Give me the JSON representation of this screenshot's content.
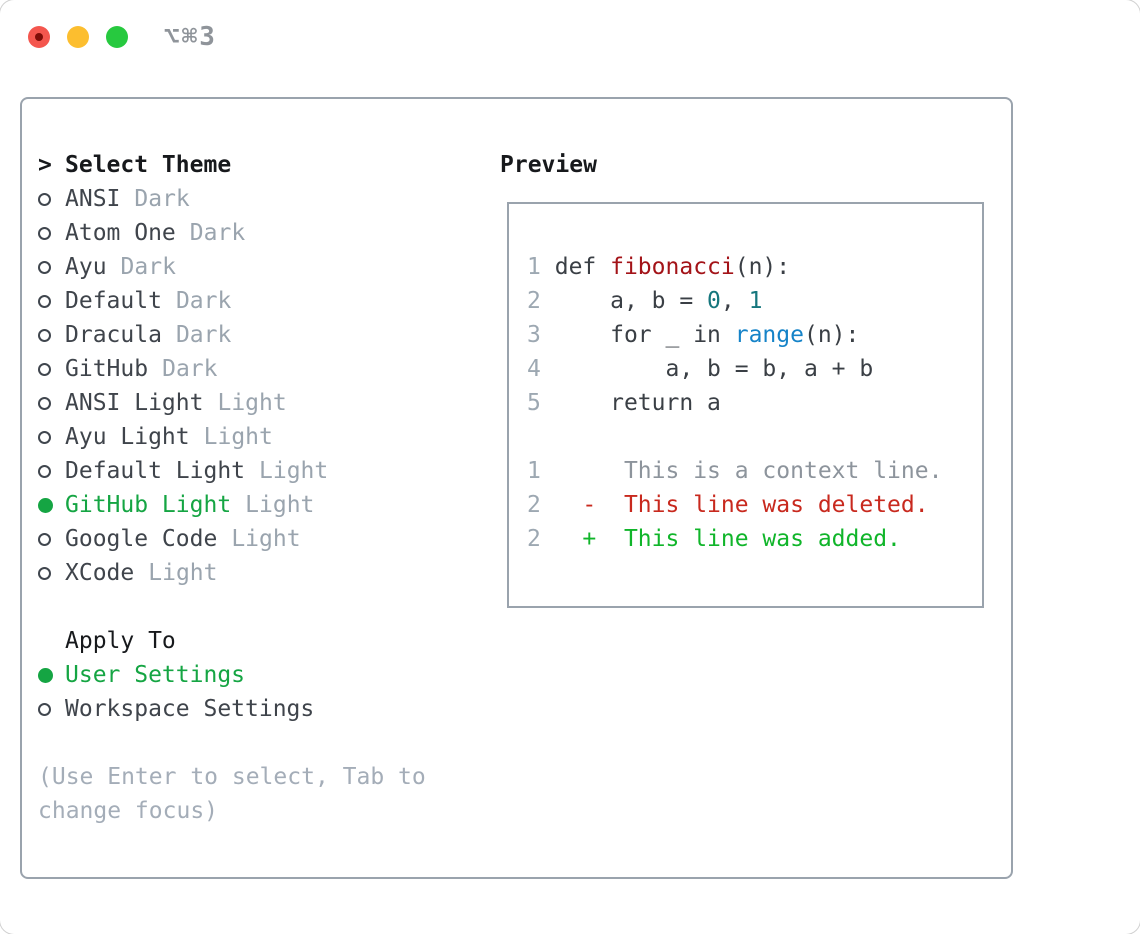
{
  "window": {
    "title": "⌥⌘3"
  },
  "theme_picker": {
    "prompt": ">",
    "title": "Select Theme",
    "themes": [
      {
        "name": "ANSI",
        "variant": "Dark",
        "selected": false
      },
      {
        "name": "Atom One",
        "variant": "Dark",
        "selected": false
      },
      {
        "name": "Ayu",
        "variant": "Dark",
        "selected": false
      },
      {
        "name": "Default",
        "variant": "Dark",
        "selected": false
      },
      {
        "name": "Dracula",
        "variant": "Dark",
        "selected": false
      },
      {
        "name": "GitHub",
        "variant": "Dark",
        "selected": false
      },
      {
        "name": "ANSI Light",
        "variant": "Light",
        "selected": false
      },
      {
        "name": "Ayu Light",
        "variant": "Light",
        "selected": false
      },
      {
        "name": "Default Light",
        "variant": "Light",
        "selected": false
      },
      {
        "name": "GitHub Light",
        "variant": "Light",
        "selected": true
      },
      {
        "name": "Google Code",
        "variant": "Light",
        "selected": false
      },
      {
        "name": "XCode",
        "variant": "Light",
        "selected": false
      }
    ],
    "apply_to": {
      "title": "Apply To",
      "options": [
        {
          "name": "User Settings",
          "selected": true
        },
        {
          "name": "Workspace Settings",
          "selected": false
        }
      ]
    },
    "hint": "(Use Enter to select, Tab to change focus)"
  },
  "preview": {
    "title": "Preview",
    "code_lines": [
      {
        "number": "1",
        "segments": [
          {
            "text": "def ",
            "style": "fg"
          },
          {
            "text": "fibonacci",
            "style": "func"
          },
          {
            "text": "(n):",
            "style": "fg"
          }
        ]
      },
      {
        "number": "2",
        "segments": [
          {
            "text": "    a, b = ",
            "style": "fg"
          },
          {
            "text": "0",
            "style": "num"
          },
          {
            "text": ", ",
            "style": "fg"
          },
          {
            "text": "1",
            "style": "num"
          }
        ]
      },
      {
        "number": "3",
        "segments": [
          {
            "text": "    for _ in ",
            "style": "fg"
          },
          {
            "text": "range",
            "style": "builtin"
          },
          {
            "text": "(n):",
            "style": "fg"
          }
        ]
      },
      {
        "number": "4",
        "segments": [
          {
            "text": "        a, b = b, a + b",
            "style": "fg"
          }
        ]
      },
      {
        "number": "5",
        "segments": [
          {
            "text": "    return a",
            "style": "fg"
          }
        ]
      }
    ],
    "diff_lines": [
      {
        "number": "1",
        "segments": [
          {
            "text": "     This is a context line.",
            "style": "context"
          }
        ]
      },
      {
        "number": "2",
        "segments": [
          {
            "text": "  ",
            "style": "plain"
          },
          {
            "text": "-  This line was deleted.",
            "style": "deleted"
          }
        ]
      },
      {
        "number": "2",
        "segments": [
          {
            "text": "  ",
            "style": "plain"
          },
          {
            "text": "+  This line was added.",
            "style": "added"
          }
        ]
      }
    ]
  },
  "colors": {
    "accent_green": "#15a543",
    "diff_green": "#10b52a",
    "diff_red": "#c8291e",
    "func_red": "#a31318",
    "builtin_blue": "#1583c8",
    "number_teal": "#15767d",
    "code_fg": "#3a3f45",
    "line_number": "#9da8b2",
    "context_gray": "#8d949c",
    "item_text": "#3f444b",
    "muted_text": "#9aa4ae",
    "hint_text": "#a4adb8",
    "header_text": "#17191c",
    "panel_border": "#9aa3ad",
    "titlebar_text": "#8f949a",
    "traffic_red": "#f4564e",
    "traffic_yellow": "#fcbe2f",
    "traffic_green": "#27c93f"
  }
}
